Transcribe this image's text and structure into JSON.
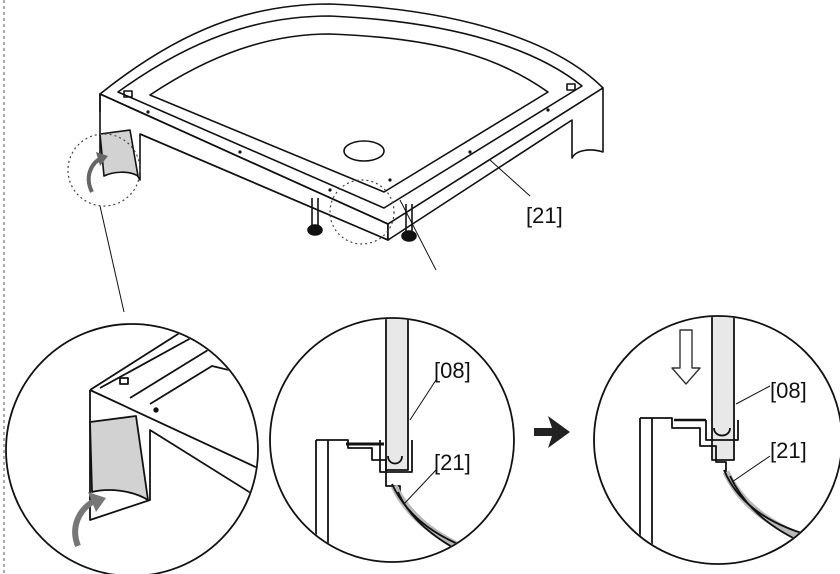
{
  "labels": {
    "base_panel": "[21]",
    "detail_mid_profile": "[08]",
    "detail_mid_panel": "[21]",
    "detail_right_profile": "[08]",
    "detail_right_panel": "[21]"
  },
  "icons": [
    "peel-arrow-icon",
    "step-arrow-icon",
    "down-arrow-icon"
  ],
  "colors": {
    "line": "#111111",
    "film": "#d2d2d2",
    "profile": "#e8e8e8",
    "panel_edge": "#b8b8b8"
  }
}
